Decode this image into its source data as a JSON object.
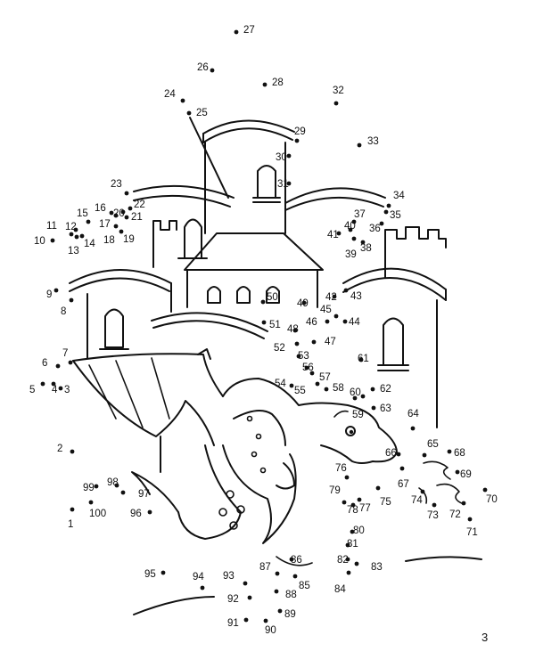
{
  "dots": [
    {
      "n": "1"
    },
    {
      "n": "2"
    },
    {
      "n": "3"
    },
    {
      "n": "4"
    },
    {
      "n": "5"
    },
    {
      "n": "6"
    },
    {
      "n": "7"
    },
    {
      "n": "8"
    },
    {
      "n": "9"
    },
    {
      "n": "10"
    },
    {
      "n": "11"
    },
    {
      "n": "12"
    },
    {
      "n": "13"
    },
    {
      "n": "14"
    },
    {
      "n": "15"
    },
    {
      "n": "16"
    },
    {
      "n": "17"
    },
    {
      "n": "18"
    },
    {
      "n": "19"
    },
    {
      "n": "20"
    },
    {
      "n": "21"
    },
    {
      "n": "22"
    },
    {
      "n": "23"
    },
    {
      "n": "24"
    },
    {
      "n": "25"
    },
    {
      "n": "26"
    },
    {
      "n": "27"
    },
    {
      "n": "28"
    },
    {
      "n": "29"
    },
    {
      "n": "30"
    },
    {
      "n": "31"
    },
    {
      "n": "32"
    },
    {
      "n": "33"
    },
    {
      "n": "34"
    },
    {
      "n": "35"
    },
    {
      "n": "36"
    },
    {
      "n": "37"
    },
    {
      "n": "38"
    },
    {
      "n": "39"
    },
    {
      "n": "40"
    },
    {
      "n": "41"
    },
    {
      "n": "42"
    },
    {
      "n": "43"
    },
    {
      "n": "44"
    },
    {
      "n": "45"
    },
    {
      "n": "46"
    },
    {
      "n": "47"
    },
    {
      "n": "48"
    },
    {
      "n": "49"
    },
    {
      "n": "50"
    },
    {
      "n": "51"
    },
    {
      "n": "52"
    },
    {
      "n": "53"
    },
    {
      "n": "54"
    },
    {
      "n": "55"
    },
    {
      "n": "56"
    },
    {
      "n": "57"
    },
    {
      "n": "58"
    },
    {
      "n": "59"
    },
    {
      "n": "60"
    },
    {
      "n": "61"
    },
    {
      "n": "62"
    },
    {
      "n": "63"
    },
    {
      "n": "64"
    },
    {
      "n": "65"
    },
    {
      "n": "66"
    },
    {
      "n": "67"
    },
    {
      "n": "68"
    },
    {
      "n": "69"
    },
    {
      "n": "70"
    },
    {
      "n": "71"
    },
    {
      "n": "72"
    },
    {
      "n": "73"
    },
    {
      "n": "74"
    },
    {
      "n": "75"
    },
    {
      "n": "76"
    },
    {
      "n": "77"
    },
    {
      "n": "78"
    },
    {
      "n": "79"
    },
    {
      "n": "80"
    },
    {
      "n": "81"
    },
    {
      "n": "82"
    },
    {
      "n": "83"
    },
    {
      "n": "84"
    },
    {
      "n": "85"
    },
    {
      "n": "86"
    },
    {
      "n": "87"
    },
    {
      "n": "88"
    },
    {
      "n": "89"
    },
    {
      "n": "90"
    },
    {
      "n": "91"
    },
    {
      "n": "92"
    },
    {
      "n": "93"
    },
    {
      "n": "94"
    },
    {
      "n": "95"
    },
    {
      "n": "96"
    },
    {
      "n": "97"
    },
    {
      "n": "98"
    },
    {
      "n": "99"
    },
    {
      "n": "100"
    }
  ],
  "page_number": "3"
}
